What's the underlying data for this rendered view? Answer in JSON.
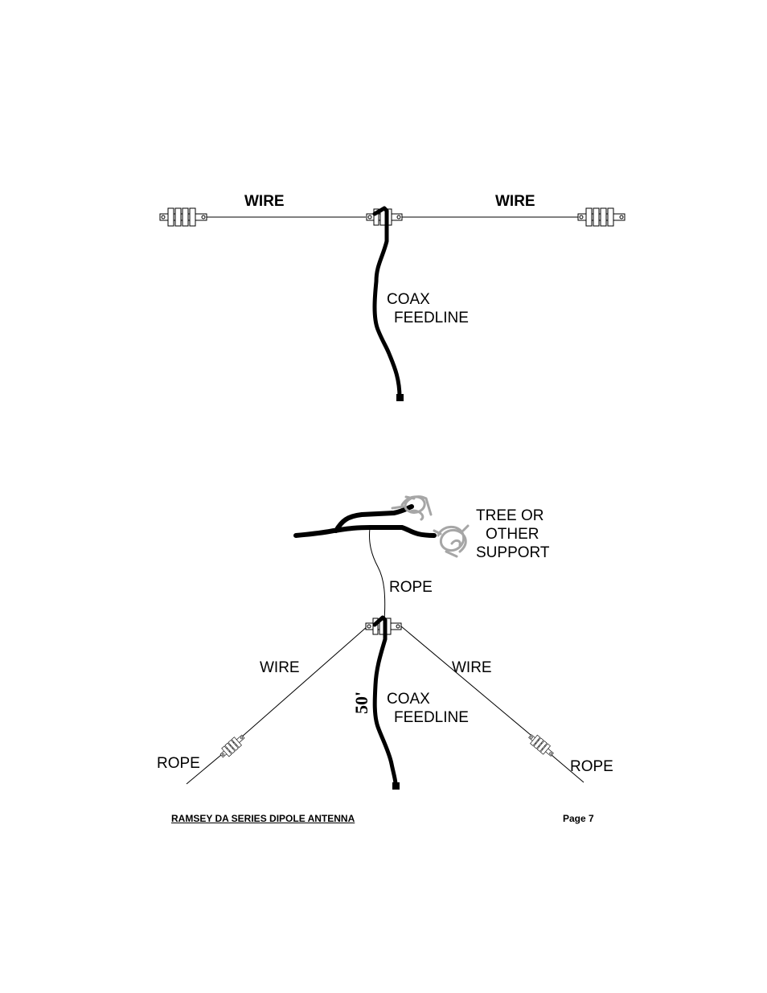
{
  "figure1": {
    "wire_left": "WIRE",
    "wire_right": "WIRE",
    "coax_line1": "COAX",
    "coax_line2": "FEEDLINE"
  },
  "figure2": {
    "support_line1": "TREE OR",
    "support_line2": "OTHER",
    "support_line3": "SUPPORT",
    "rope_top": "ROPE",
    "wire_left": "WIRE",
    "wire_right": "WIRE",
    "coax_line1": "COAX",
    "coax_line2": "FEEDLINE",
    "height": "50'",
    "rope_left": "ROPE",
    "rope_right": "ROPE"
  },
  "footer": {
    "title": "RAMSEY DA SERIES  DIPOLE ANTENNA",
    "page": "Page  7"
  },
  "colors": {
    "ink": "#000000",
    "tree": "#a6a6a6"
  }
}
